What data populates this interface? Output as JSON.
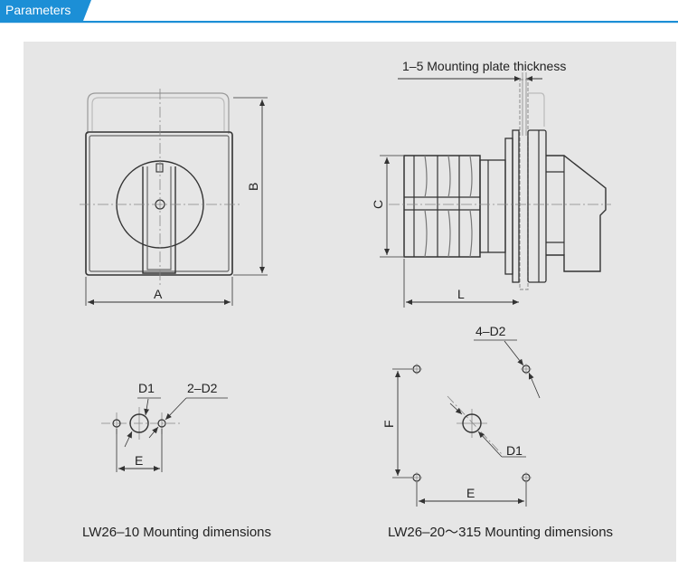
{
  "header": {
    "title": "Parameters"
  },
  "colors": {
    "accent": "#1c8fd6",
    "panel": "#e6e6e6",
    "line": "#333333"
  },
  "drawing": {
    "front_view": {
      "dim_width": "A",
      "dim_height": "B"
    },
    "side_view": {
      "plate_note": "1–5 Mounting plate thickness",
      "dim_height": "C",
      "dim_length": "L"
    },
    "lw26_10": {
      "hole_label": "D1",
      "holes_label": "2–D2",
      "spacing": "E",
      "caption": "LW26–10 Mounting dimensions"
    },
    "lw26_20": {
      "holes_label": "4–D2",
      "hole_label": "D1",
      "spacing_h": "E",
      "spacing_v": "F",
      "caption": "LW26–20～315 Mounting dimensions"
    }
  }
}
